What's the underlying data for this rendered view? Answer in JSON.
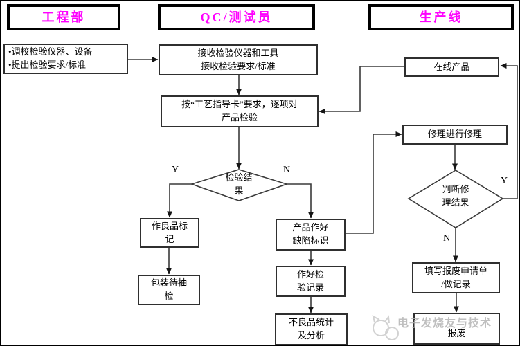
{
  "colors": {
    "header_text": "#ff00ff",
    "box_border": "#2f2f2f",
    "connector": "#3a3a3a",
    "watermark": "#b5b5b5"
  },
  "headers": {
    "engineering": "工程部",
    "qc": "QC/测试员",
    "production": "生产线"
  },
  "nodes": {
    "calibrate": {
      "line1": "•调校检验仪器、设备",
      "line2": "•提出检验要求/标准"
    },
    "receive": {
      "line1": "接收检验仪器和工具",
      "line2": "接收检验要求/标准"
    },
    "online_product": {
      "line1": "在线产品"
    },
    "inspect": {
      "line1": "按“工艺指导卡”要求，逐项对",
      "line2": "产品检验"
    },
    "repair": {
      "line1": "修理进行修理"
    },
    "result_diamond": {
      "line1": "检验结",
      "line2": "果"
    },
    "good_mark": {
      "line1": "作良品标",
      "line2": "记"
    },
    "defect_mark": {
      "line1": "产品作好",
      "line2": "缺陷标识"
    },
    "judge_diamond": {
      "line1": "判断修",
      "line2": "理结果"
    },
    "pack": {
      "line1": "包装待抽",
      "line2": "检"
    },
    "record": {
      "line1": "作好检",
      "line2": "验记录"
    },
    "scrap_form": {
      "line1": "填写报废申请单",
      "line2": "/做记录"
    },
    "stats": {
      "line1": "不良品统计",
      "line2": "及分析"
    },
    "scrap": {
      "line1": "报废"
    }
  },
  "branch_labels": {
    "result_yes": "Y",
    "result_no": "N",
    "judge_yes": "Y",
    "judge_no": "N"
  },
  "watermark": {
    "text": "电子发烧友与技术"
  }
}
